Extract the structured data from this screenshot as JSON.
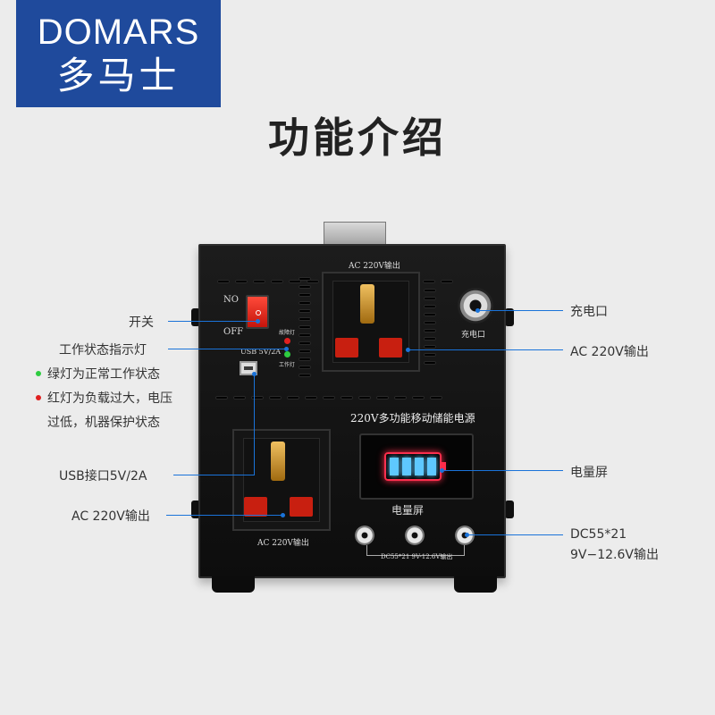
{
  "brand": {
    "name_en": "DOMARS",
    "name_zh": "多马士",
    "color": "#1f4a9c"
  },
  "page_title": "功能介绍",
  "device": {
    "top_outlet_label": "AC 220V输出",
    "product_name": "220V多功能移动储能电源",
    "switch_on": "NO",
    "switch_off": "OFF",
    "usb_label": "USB 5V/2A",
    "led_alarm": "故障灯",
    "led_work": "工作灯",
    "charge_label": "充电口",
    "bottom_outlet_label": "AC 220V输出",
    "display_label": "电量屏",
    "dc_label": "DC55*21 9V-12.6V输出",
    "battery_level": "4/4"
  },
  "callouts": {
    "switch": "开关",
    "indicator": "工作状态指示灯",
    "green_note": "绿灯为正常工作状态",
    "red_note_1": "红灯为负载过大，电压",
    "red_note_2": "过低，机器保护状态",
    "usb": "USB接口5V/2A",
    "ac_bottom": "AC 220V输出",
    "charge_port": "充电口",
    "ac_top": "AC 220V输出",
    "display": "电量屏",
    "dc_1": "DC55*21",
    "dc_2": "9V−12.6V输出"
  },
  "colors": {
    "callout_line": "#1a73d9",
    "green_led": "#2ecc40",
    "red_led": "#e02020",
    "battery_frame": "#ff2c4a",
    "battery_cell": "#5ec8ff"
  }
}
